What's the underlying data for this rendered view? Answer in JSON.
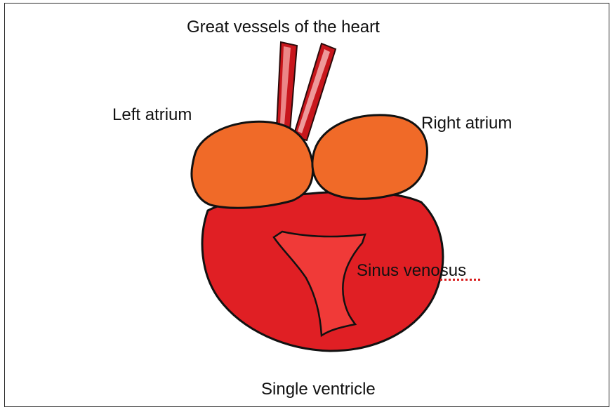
{
  "labels": {
    "great_vessels": "Great vessels of the heart",
    "left_atrium": "Left atrium",
    "right_atrium": "Right atrium",
    "sinus_venosus": "Sinus venosus",
    "single_ventricle": "Single ventricle"
  },
  "colors": {
    "ventricle": "#e01f24",
    "atrium": "#f06a28",
    "vessel_dark": "#b3151a",
    "vessel_light": "#f4a0a0",
    "sinus": "#f03a38",
    "outline": "#111111",
    "spellcheck_underline": "#d81e1e"
  }
}
